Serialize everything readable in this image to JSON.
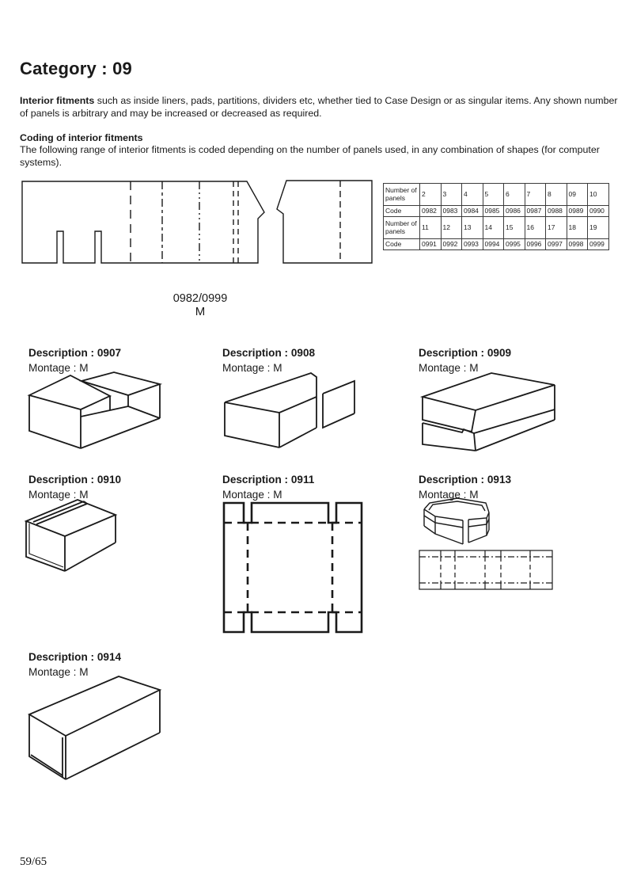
{
  "colors": {
    "ink": "#1a1a1a",
    "background": "#ffffff"
  },
  "page": {
    "title": "Category : 09",
    "intro_bold": "Interior fitments",
    "intro_rest": " such as inside liners, pads, partitions, dividers etc, whether tied to Case Design or as singular items. Any shown number of panels is arbitrary and may be increased or decreased as required.",
    "coding_heading": "Coding of interior fitments",
    "coding_text": "The following range of interior fitments is coded depending on the number of panels used, in any combination of shapes (for computer systems).",
    "footer": "59/65"
  },
  "diagram": {
    "code_range_label": "0982/0999",
    "montage_label": "M"
  },
  "code_table": {
    "row_header_panels": "Number of panels",
    "row_header_code": "Code",
    "panels_row1": [
      "2",
      "3",
      "4",
      "5",
      "6",
      "7",
      "8",
      "09",
      "10"
    ],
    "codes_row1": [
      "0982",
      "0983",
      "0984",
      "0985",
      "0986",
      "0987",
      "0988",
      "0989",
      "0990"
    ],
    "panels_row2": [
      "11",
      "12",
      "13",
      "14",
      "15",
      "16",
      "17",
      "18",
      "19"
    ],
    "codes_row2": [
      "0991",
      "0992",
      "0993",
      "0994",
      "0995",
      "0996",
      "0997",
      "0998",
      "0999"
    ]
  },
  "designs": [
    {
      "description_label": "Description : 0907",
      "montage_label": "Montage : M"
    },
    {
      "description_label": "Description : 0908",
      "montage_label": "Montage : M"
    },
    {
      "description_label": "Description : 0909",
      "montage_label": "Montage : M"
    },
    {
      "description_label": "Description : 0910",
      "montage_label": "Montage : M"
    },
    {
      "description_label": "Description : 0911",
      "montage_label": "Montage : M"
    },
    {
      "description_label": "Description : 0913",
      "montage_label": "Montage : M"
    },
    {
      "description_label": "Description : 0914",
      "montage_label": "Montage : M"
    }
  ]
}
